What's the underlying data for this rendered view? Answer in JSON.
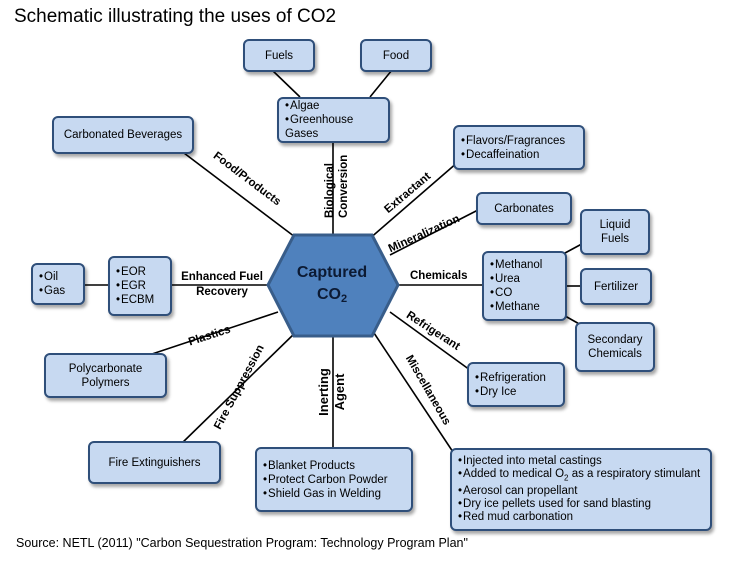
{
  "title": "Schematic illustrating the uses of CO2",
  "source": "Source: NETL (2011)  \"Carbon Sequestration Program: Technology Program Plan\"",
  "center": {
    "line1": "Captured",
    "line2": "CO",
    "sub": "2"
  },
  "branches": {
    "biological": {
      "label": "Biological Conversion",
      "items": [
        "Algae",
        "Greenhouse Gases"
      ],
      "outputs": [
        "Fuels",
        "Food"
      ]
    },
    "food": {
      "label": "Food/Products",
      "item": "Carbonated Beverages"
    },
    "extractant": {
      "label": "Extractant",
      "items": [
        "Flavors/Fragrances",
        "Decaffeination"
      ]
    },
    "mineralization": {
      "label": "Mineralization",
      "item": "Carbonates"
    },
    "chemicals": {
      "label": "Chemicals",
      "items": [
        "Methanol",
        "Urea",
        "CO",
        "Methane"
      ],
      "outputs": [
        "Liquid Fuels",
        "Fertilizer",
        "Secondary Chemicals"
      ]
    },
    "enhanced": {
      "label": "Enhanced Fuel Recovery",
      "items": [
        "EOR",
        "EGR",
        "ECBM"
      ],
      "outputs": [
        "Oil",
        "Gas"
      ]
    },
    "plastics": {
      "label": "Plastics",
      "item": "Polycarbonate Polymers"
    },
    "fire": {
      "label": "Fire Suppression",
      "item": "Fire Extinguishers"
    },
    "inerting": {
      "label": "Inerting Agent",
      "items": [
        "Blanket Products",
        "Protect Carbon Powder",
        "Shield  Gas in Welding"
      ]
    },
    "refrigerant": {
      "label": "Refrigerant",
      "items": [
        "Refrigeration",
        "Dry Ice"
      ]
    },
    "misc": {
      "label": "Miscellaneous",
      "items": [
        "Injected into metal castings",
        "Added to medical O",
        "2",
        " as a respiratory stimulant",
        "Aerosol can propellant",
        "Dry ice pellets used for sand blasting",
        "Red mud carbonation"
      ]
    }
  },
  "colors": {
    "box_fill": "#c7d9f1",
    "box_border": "#2f4f7a",
    "hex_fill": "#4f81bd",
    "hex_border": "#385d8a",
    "line": "#000000"
  }
}
